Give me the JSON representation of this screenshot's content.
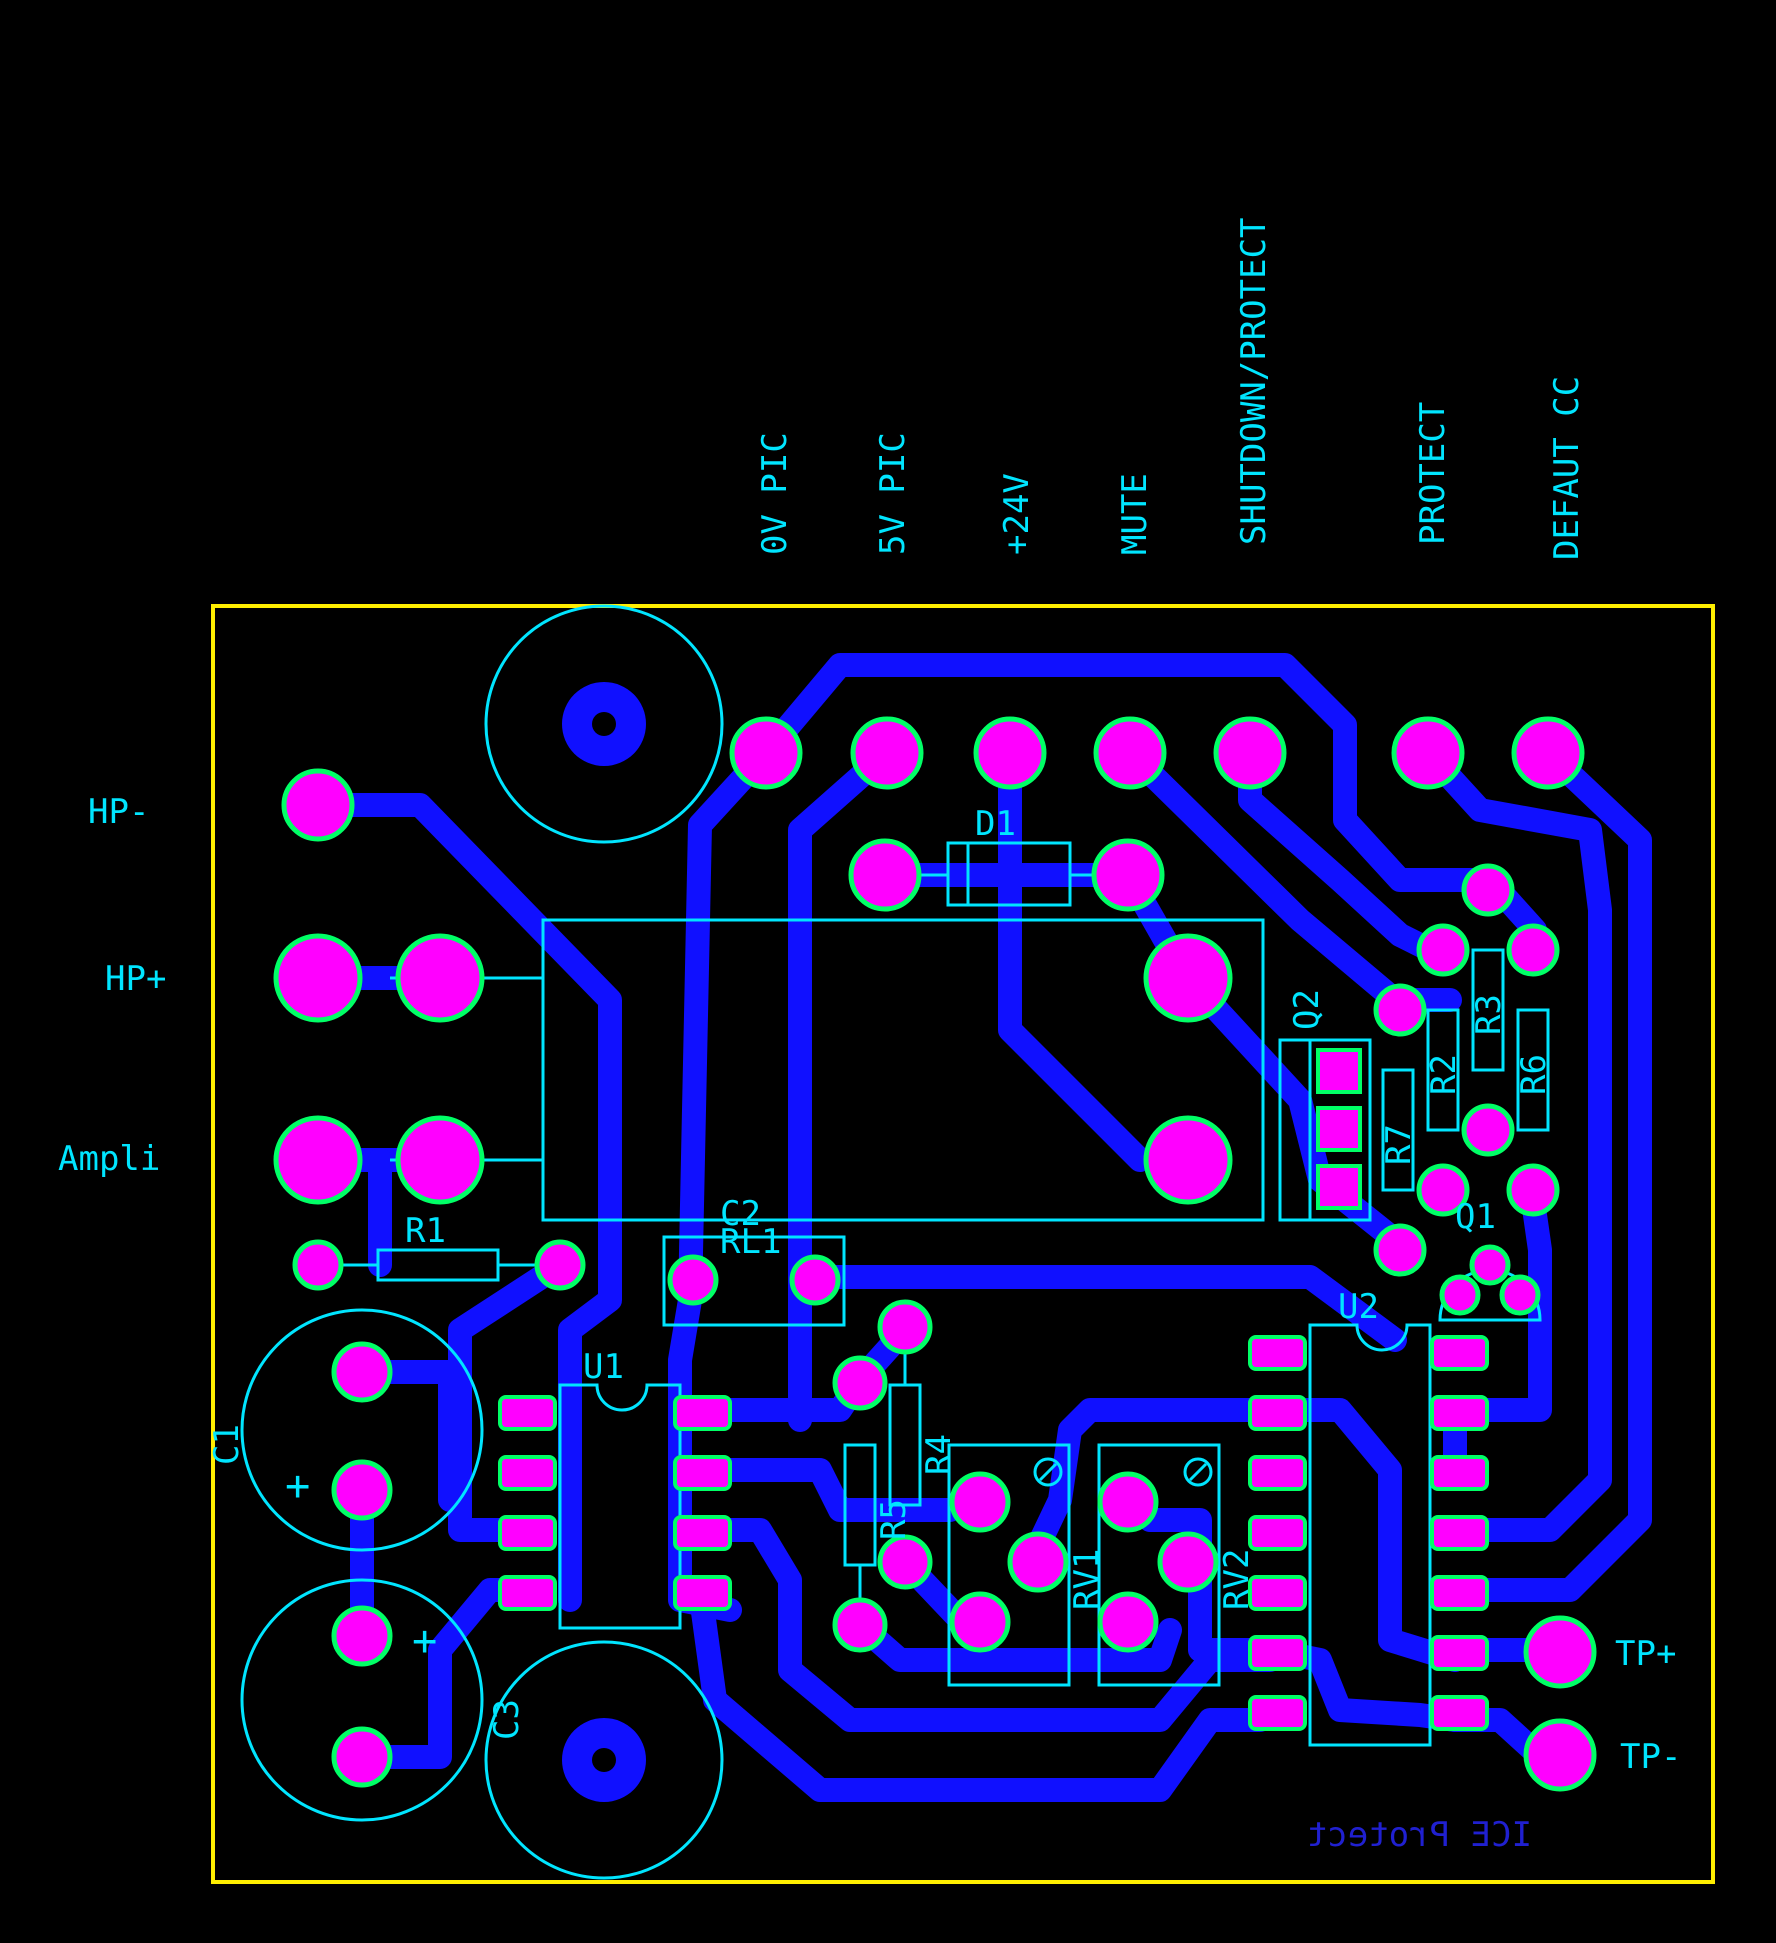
{
  "colors": {
    "background": "#000000",
    "copper": "#1010ff",
    "pad": "#ff00ff",
    "pad_ring": "#00ff66",
    "silkscreen": "#00e5ff",
    "outline": "#ffee00",
    "bottom_text": "#2020d0"
  },
  "connectors": {
    "top_labels": [
      "0V PIC",
      "5V PIC",
      "+24V",
      "MUTE",
      "SHUTDOWN/PROTECT",
      "PROTECT",
      "DEFAUT CC"
    ],
    "left_labels": [
      "HP-",
      "HP+",
      "Ampli"
    ],
    "right_labels": [
      "TP+",
      "TP-"
    ]
  },
  "components": {
    "d1": "D1",
    "q1": "Q1",
    "q2": "Q2",
    "u1": "U1",
    "u2": "U2",
    "r1": "R1",
    "r2": "R2",
    "r3": "R3",
    "r4": "R4",
    "r5": "R5",
    "r6": "R6",
    "r7": "R7",
    "c1": "C1",
    "c2": "C2",
    "c3": "C3",
    "rl1": "RL1",
    "rv1": "RV1",
    "rv2": "RV2",
    "polarity_mark": "+"
  },
  "board_text": "ICE Protect"
}
